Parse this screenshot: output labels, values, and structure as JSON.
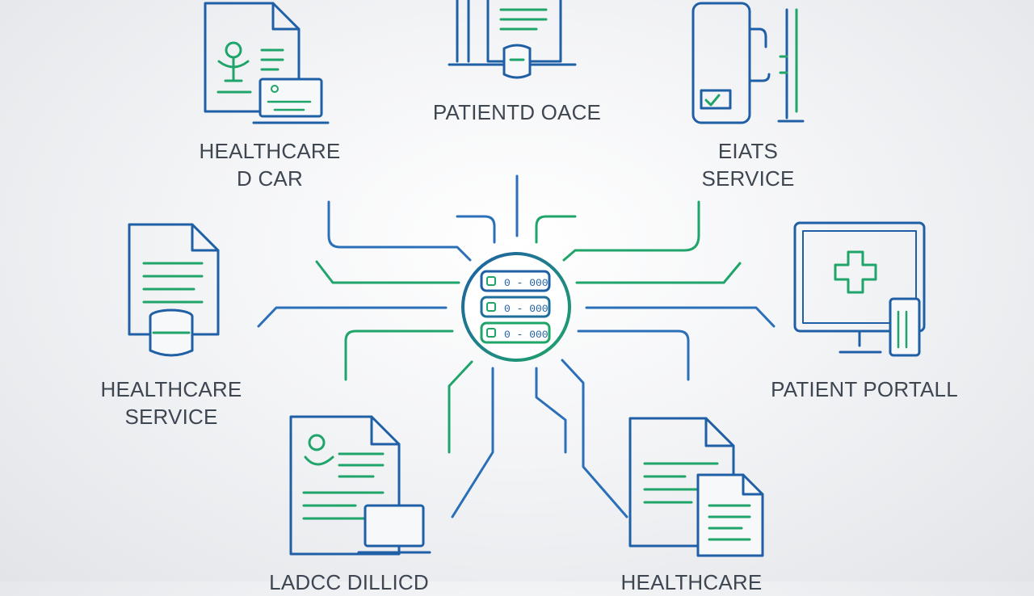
{
  "colors": {
    "blue": "#1f5fa6",
    "green": "#1fa46a",
    "line_blue": "#2a6fb8",
    "text": "#3e4652"
  },
  "nodes": [
    {
      "id": "top-left",
      "icon": "medical-document-laptop-icon",
      "lines": [
        "HEALTHCARE",
        "D CAR"
      ]
    },
    {
      "id": "top-center",
      "icon": "document-database-icon",
      "lines": [
        "PATIENTD OACE"
      ]
    },
    {
      "id": "top-right",
      "icon": "phone-device-icon",
      "lines": [
        "EIATS",
        "SERVICE"
      ]
    },
    {
      "id": "middle-left",
      "icon": "document-database-icon",
      "lines": [
        "HEALTHCARE",
        "SERVICE"
      ]
    },
    {
      "id": "middle-right",
      "icon": "monitor-medical-cross-icon",
      "lines": [
        "PATIENT PORTALL"
      ]
    },
    {
      "id": "bottom-left",
      "icon": "medical-document-laptop-icon",
      "lines": [
        "LADCC DILLICD"
      ]
    },
    {
      "id": "bottom-right",
      "icon": "stacked-documents-icon",
      "lines": [
        "HEALTHCARE"
      ]
    }
  ],
  "hub": {
    "icon": "server-hub-icon",
    "rows": [
      "0 - 000",
      "0 - 000",
      "0 - 000"
    ]
  }
}
